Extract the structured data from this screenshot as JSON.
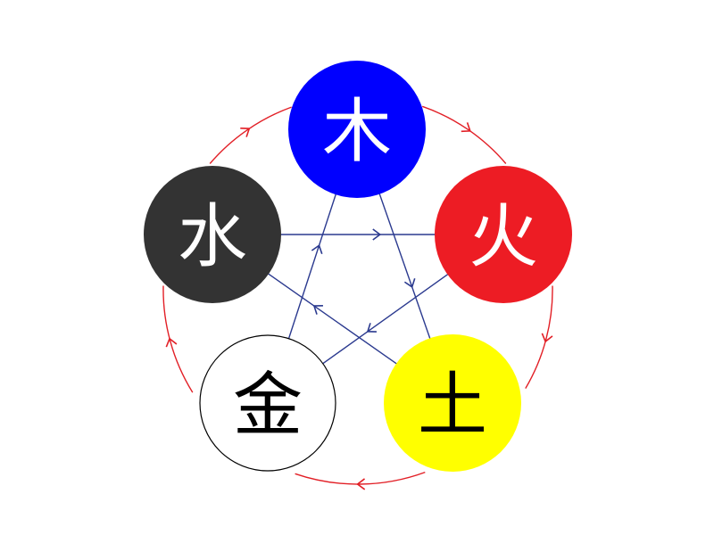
{
  "colors": {
    "generating_cycle": "#e21f26",
    "overcoming_cycle": "#2b3a8f",
    "background": "#ffffff"
  },
  "elements": [
    {
      "id": "wood",
      "label": "木",
      "fill": "#0000ff",
      "text_color": "#ffffff",
      "stroke": "none"
    },
    {
      "id": "fire",
      "label": "火",
      "fill": "#ed1c24",
      "text_color": "#ffffff",
      "stroke": "none"
    },
    {
      "id": "earth",
      "label": "土",
      "fill": "#ffff00",
      "text_color": "#000000",
      "stroke": "none"
    },
    {
      "id": "metal",
      "label": "金",
      "fill": "#ffffff",
      "text_color": "#000000",
      "stroke": "#000000"
    },
    {
      "id": "water",
      "label": "水",
      "fill": "#333333",
      "text_color": "#ffffff",
      "stroke": "none"
    }
  ],
  "generating_cycle": [
    "wood",
    "fire",
    "earth",
    "metal",
    "water"
  ],
  "overcoming_cycle": [
    "wood",
    "earth",
    "water",
    "fire",
    "metal"
  ]
}
